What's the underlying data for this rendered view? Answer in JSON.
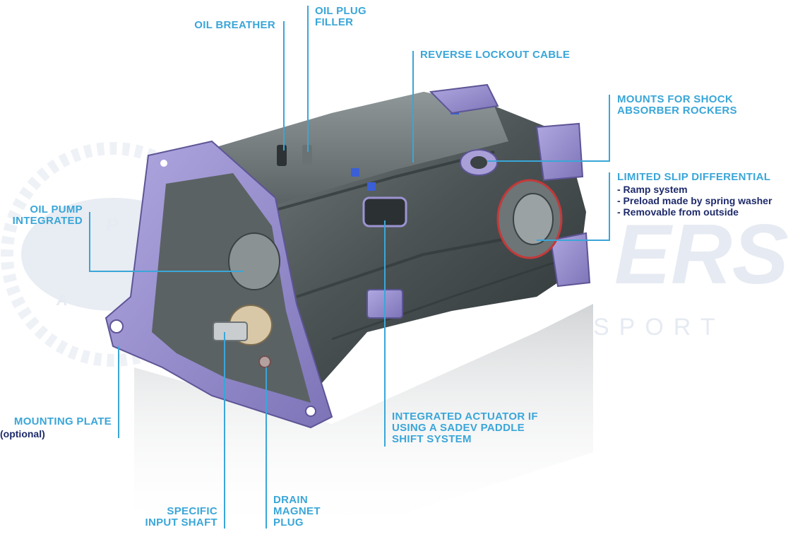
{
  "labels": {
    "oil_breather": "OIL BREATHER",
    "oil_plug_filler": [
      "OIL PLUG",
      "FILLER"
    ],
    "reverse_lockout": "REVERSE LOCKOUT CABLE",
    "mounts_shock": [
      "MOUNTS FOR SHOCK",
      "ABSORBER ROCKERS"
    ],
    "lsd": {
      "title": "LIMITED SLIP DIFFERENTIAL",
      "items": [
        "- Ramp system",
        "- Preload made by spring washer",
        "- Removable from outside"
      ]
    },
    "oil_pump": [
      "OIL PUMP",
      "INTEGRATED"
    ],
    "mounting_plate": "MOUNTING PLATE",
    "mounting_plate_note": "(optional)",
    "actuator": [
      "INTEGRATED ACTUATOR IF",
      "USING A SADEV PADDLE",
      "SHIFT SYSTEM"
    ],
    "input_shaft": [
      "SPECIFIC",
      "INPUT SHAFT"
    ],
    "drain_plug": [
      "DRAIN",
      "MAGNET",
      "PLUG"
    ]
  },
  "watermark": {
    "main": "ERS",
    "sub": "SPORT",
    "badge_letters": [
      "P",
      "A"
    ]
  },
  "colors": {
    "label_blue": "#3aa6d8",
    "sub_navy": "#1e2a6a",
    "leader_line": "#3aa6d8",
    "casing_dark": "#4a5254",
    "plate_lavender": "#8f86c8"
  }
}
